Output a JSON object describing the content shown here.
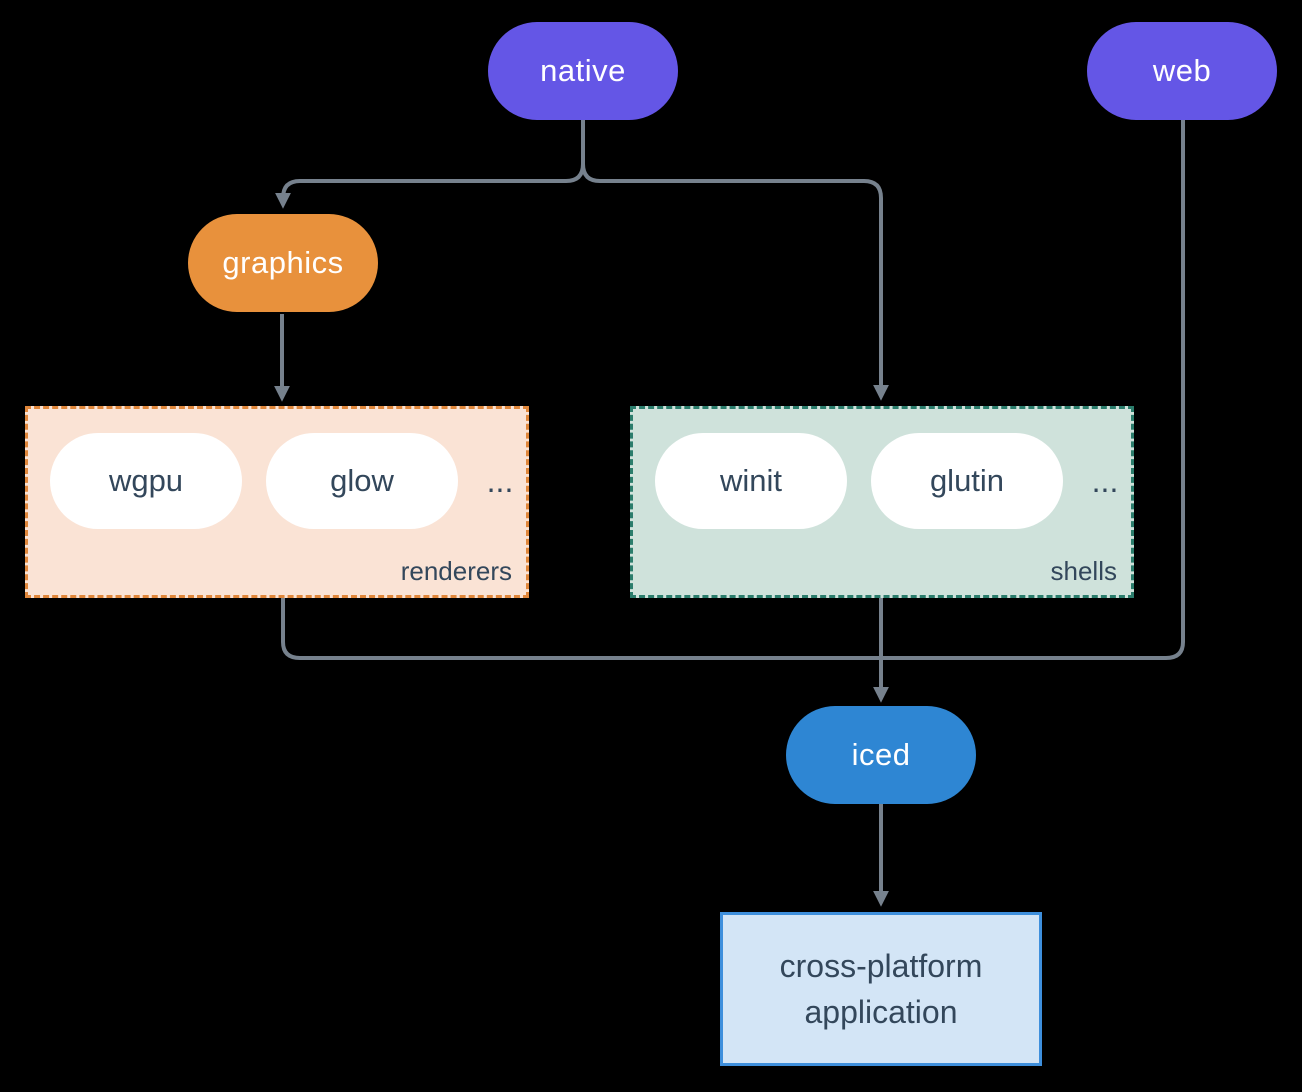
{
  "colors": {
    "bg": "#000000",
    "purple": "#6456E6",
    "orange": "#E8913C",
    "orange-border": "#E0873B",
    "peach": "#FAE3D5",
    "green": "#CFE2DB",
    "teal": "#2B7D6C",
    "blue": "#2E86D3",
    "light-blue": "#D3E5F6",
    "blue-border": "#3E8FDC",
    "ink": "#33475B",
    "line": "#76818D",
    "node-text": "#FFFFFF"
  },
  "diagram": {
    "nodes": {
      "native": {
        "label": "native"
      },
      "web": {
        "label": "web"
      },
      "graphics": {
        "label": "graphics"
      },
      "iced": {
        "label": "iced"
      },
      "application": {
        "label": "cross-platform application"
      }
    },
    "groups": {
      "renderers": {
        "label": "renderers",
        "items": [
          "wgpu",
          "glow"
        ],
        "ellipsis": "..."
      },
      "shells": {
        "label": "shells",
        "items": [
          "winit",
          "glutin"
        ],
        "ellipsis": "..."
      }
    }
  }
}
